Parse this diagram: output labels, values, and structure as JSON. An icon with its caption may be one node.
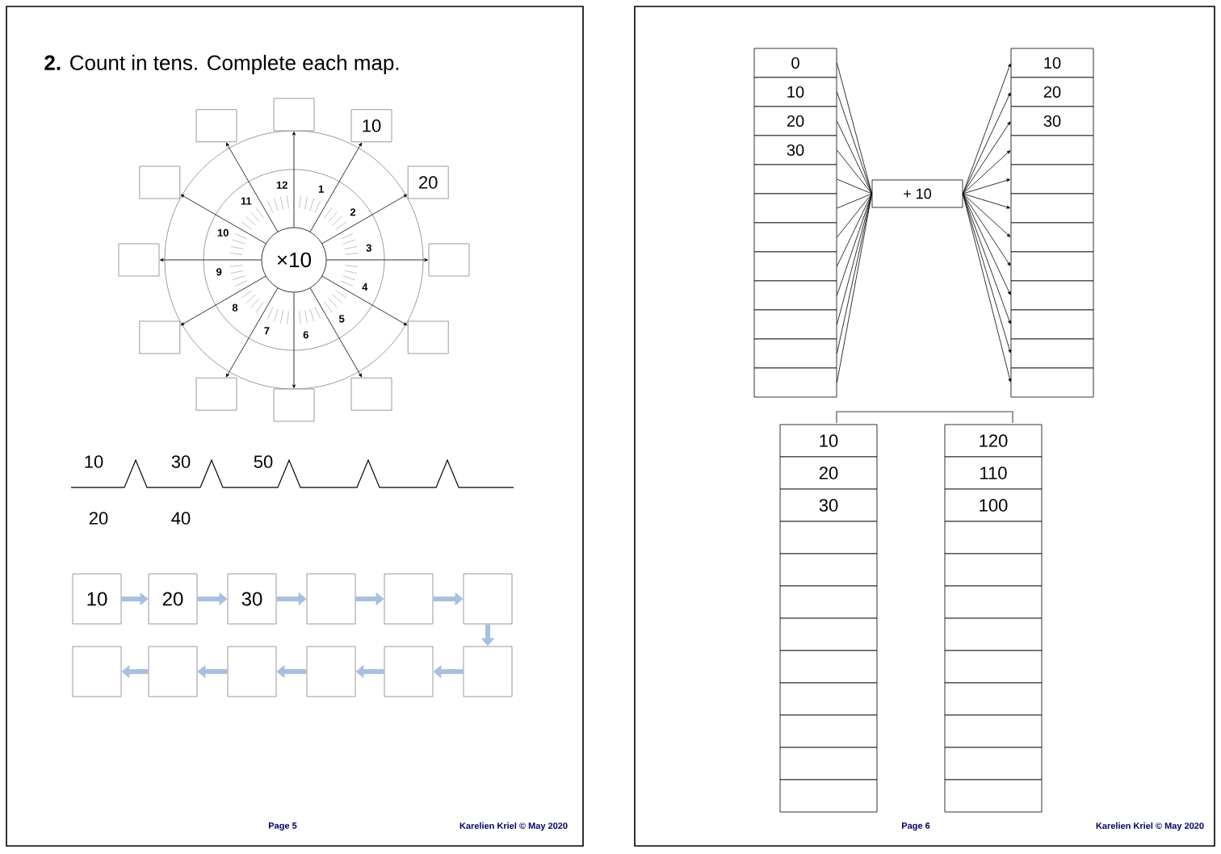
{
  "diagram": {
    "title": "**2.** Count in tens. Complete each map.",
    "nodes": [
      {
        "text": [
          "×10"
        ]
      },
      {
        "text": [
          "10"
        ]
      },
      {
        "text": [
          "20"
        ]
      },
      {
        "text": [],
        "shape": "box"
      },
      {
        "text": [],
        "shape": "box"
      },
      {
        "text": [],
        "shape": "box"
      },
      {
        "text": [],
        "shape": "box"
      },
      {
        "text": [],
        "shape": "box"
      },
      {
        "text": [],
        "shape": "box"
      },
      {
        "text": [],
        "shape": "box"
      },
      {
        "text": [],
        "shape": "box"
      },
      {
        "text": [],
        "shape": "box"
      },
      {
        "text": [],
        "shape": "box"
      },
      {
        "text": [
          "10"
        ]
      },
      {
        "text": [
          "20"
        ]
      },
      {
        "text": [
          "30"
        ]
      },
      {
        "text": [],
        "shape": "box"
      },
      {
        "text": [],
        "shape": "box"
      },
      {
        "text": [],
        "shape": "box"
      },
      {
        "text": [],
        "shape": "box"
      },
      {
        "text": [],
        "shape": "box"
      },
      {
        "text": [],
        "shape": "box"
      },
      {
        "text": [],
        "shape": "box"
      },
      {
        "text": [],
        "shape": "box"
      },
      {
        "text": [],
        "shape": "box"
      },
      {
        "text": [
          "0"
        ]
      },
      {
        "text": [
          "10"
        ]
      },
      {
        "text": [
          "20"
        ]
      },
      {
        "text": [
          "30"
        ]
      },
      {
        "text": [],
        "shape": "box"
      },
      {
        "text": [],
        "shape": "box"
      },
      {
        "text": [],
        "shape": "box"
      },
      {
        "text": [],
        "shape": "box"
      },
      {
        "text": [],
        "shape": "box"
      },
      {
        "text": [],
        "shape": "box"
      },
      {
        "text": [],
        "shape": "box"
      },
      {
        "text": [],
        "shape": "box"
      },
      {
        "text": [
          "+ 10"
        ]
      },
      {
        "text": [
          "10"
        ]
      },
      {
        "text": [
          "20"
        ]
      },
      {
        "text": [
          "30"
        ]
      },
      {
        "text": [],
        "shape": "box"
      },
      {
        "text": [],
        "shape": "box"
      },
      {
        "text": [],
        "shape": "box"
      },
      {
        "text": [],
        "shape": "box"
      },
      {
        "text": [],
        "shape": "box"
      },
      {
        "text": [],
        "shape": "box"
      },
      {
        "text": [],
        "shape": "box"
      },
      {
        "text": [],
        "shape": "box"
      },
      {
        "text": [],
        "shape": "box"
      },
      {
        "text": [
          "10"
        ]
      },
      {
        "text": [
          "20"
        ]
      },
      {
        "text": [
          "30"
        ]
      },
      {
        "text": [],
        "shape": "box"
      },
      {
        "text": [],
        "shape": "box"
      },
      {
        "text": [],
        "shape": "box"
      },
      {
        "text": [],
        "shape": "box"
      },
      {
        "text": [],
        "shape": "box"
      },
      {
        "text": [],
        "shape": "box"
      },
      {
        "text": [],
        "shape": "box"
      },
      {
        "text": [],
        "shape": "box"
      },
      {
        "text": [],
        "shape": "box"
      },
      {
        "text": [
          "120"
        ]
      },
      {
        "text": [
          "110"
        ]
      },
      {
        "text": [
          "100"
        ]
      },
      {
        "text": [],
        "shape": "box"
      },
      {
        "text": [],
        "shape": "box"
      },
      {
        "text": [],
        "shape": "box"
      },
      {
        "text": [],
        "shape": "box"
      },
      {
        "text": [],
        "shape": "box"
      },
      {
        "text": [],
        "shape": "box"
      },
      {
        "text": [],
        "shape": "box"
      },
      {
        "text": [],
        "shape": "box"
      },
      {
        "text": [],
        "shape": "box"
      }
    ],
    "edges": [
      {
        "from": 0,
        "to": 1,
        "arrow": "to"
      },
      {
        "from": 0,
        "to": 2,
        "arrow": "to"
      },
      {
        "from": 0,
        "to": 3,
        "arrow": "to"
      },
      {
        "from": 0,
        "to": 4,
        "arrow": "to"
      },
      {
        "from": 0,
        "to": 5,
        "arrow": "to"
      },
      {
        "from": 0,
        "to": 6,
        "arrow": "to"
      },
      {
        "from": 0,
        "to": 7,
        "arrow": "to"
      },
      {
        "from": 0,
        "to": 8,
        "arrow": "to"
      },
      {
        "from": 0,
        "to": 9,
        "arrow": "to"
      },
      {
        "from": 0,
        "to": 10,
        "arrow": "to"
      },
      {
        "from": 0,
        "to": 11,
        "arrow": "to"
      },
      {
        "from": 0,
        "to": 12,
        "arrow": "to"
      },
      {
        "from": 13,
        "to": 14,
        "arrow": "to",
        "style": "thick",
        "color": "#a9bfe0"
      },
      {
        "from": 14,
        "to": 15,
        "arrow": "to",
        "style": "thick",
        "color": "#a9bfe0"
      },
      {
        "from": 15,
        "to": 16,
        "arrow": "to",
        "style": "thick",
        "color": "#a9bfe0"
      },
      {
        "from": 16,
        "to": 17,
        "arrow": "to",
        "style": "thick",
        "color": "#a9bfe0"
      },
      {
        "from": 17,
        "to": 18,
        "arrow": "to",
        "style": "thick",
        "color": "#a9bfe0"
      },
      {
        "from": 18,
        "to": 19,
        "arrow": "to",
        "style": "thick",
        "color": "#a9bfe0"
      },
      {
        "from": 19,
        "to": 20,
        "arrow": "to",
        "style": "thick",
        "color": "#a9bfe0"
      },
      {
        "from": 20,
        "to": 21,
        "arrow": "to",
        "style": "thick",
        "color": "#a9bfe0"
      },
      {
        "from": 21,
        "to": 22,
        "arrow": "to",
        "style": "thick",
        "color": "#a9bfe0"
      },
      {
        "from": 22,
        "to": 23,
        "arrow": "to",
        "style": "thick",
        "color": "#a9bfe0"
      },
      {
        "from": 23,
        "to": 24,
        "arrow": "to",
        "style": "thick",
        "color": "#a9bfe0"
      },
      {
        "from": 25,
        "to": 37,
        "arrow": "none"
      },
      {
        "from": 26,
        "to": 37,
        "arrow": "none"
      },
      {
        "from": 27,
        "to": 37,
        "arrow": "none"
      },
      {
        "from": 28,
        "to": 37,
        "arrow": "none"
      },
      {
        "from": 29,
        "to": 37,
        "arrow": "none"
      },
      {
        "from": 30,
        "to": 37,
        "arrow": "none"
      },
      {
        "from": 31,
        "to": 37,
        "arrow": "none"
      },
      {
        "from": 32,
        "to": 37,
        "arrow": "none"
      },
      {
        "from": 33,
        "to": 37,
        "arrow": "none"
      },
      {
        "from": 34,
        "to": 37,
        "arrow": "none"
      },
      {
        "from": 35,
        "to": 37,
        "arrow": "none"
      },
      {
        "from": 36,
        "to": 37,
        "arrow": "none"
      },
      {
        "from": 37,
        "to": 38,
        "arrow": "to"
      },
      {
        "from": 37,
        "to": 39,
        "arrow": "to"
      },
      {
        "from": 37,
        "to": 40,
        "arrow": "to"
      },
      {
        "from": 37,
        "to": 41,
        "arrow": "to"
      },
      {
        "from": 37,
        "to": 42,
        "arrow": "to"
      },
      {
        "from": 37,
        "to": 43,
        "arrow": "to"
      },
      {
        "from": 37,
        "to": 44,
        "arrow": "to"
      },
      {
        "from": 37,
        "to": 45,
        "arrow": "to"
      },
      {
        "from": 37,
        "to": 46,
        "arrow": "to"
      },
      {
        "from": 37,
        "to": 47,
        "arrow": "to"
      },
      {
        "from": 37,
        "to": 48,
        "arrow": "to"
      },
      {
        "from": 37,
        "to": 49,
        "arrow": "to"
      }
    ],
    "labels": [
      "12",
      "1",
      "2",
      "3",
      "4",
      "5",
      "6",
      "7",
      "8",
      "9",
      "10",
      "11",
      "10",
      "30",
      "50",
      "20",
      "40",
      "Page 5",
      "Karelien Kriel © May 2020",
      "Page 6",
      "Karelien Kriel © May 2020"
    ]
  }
}
